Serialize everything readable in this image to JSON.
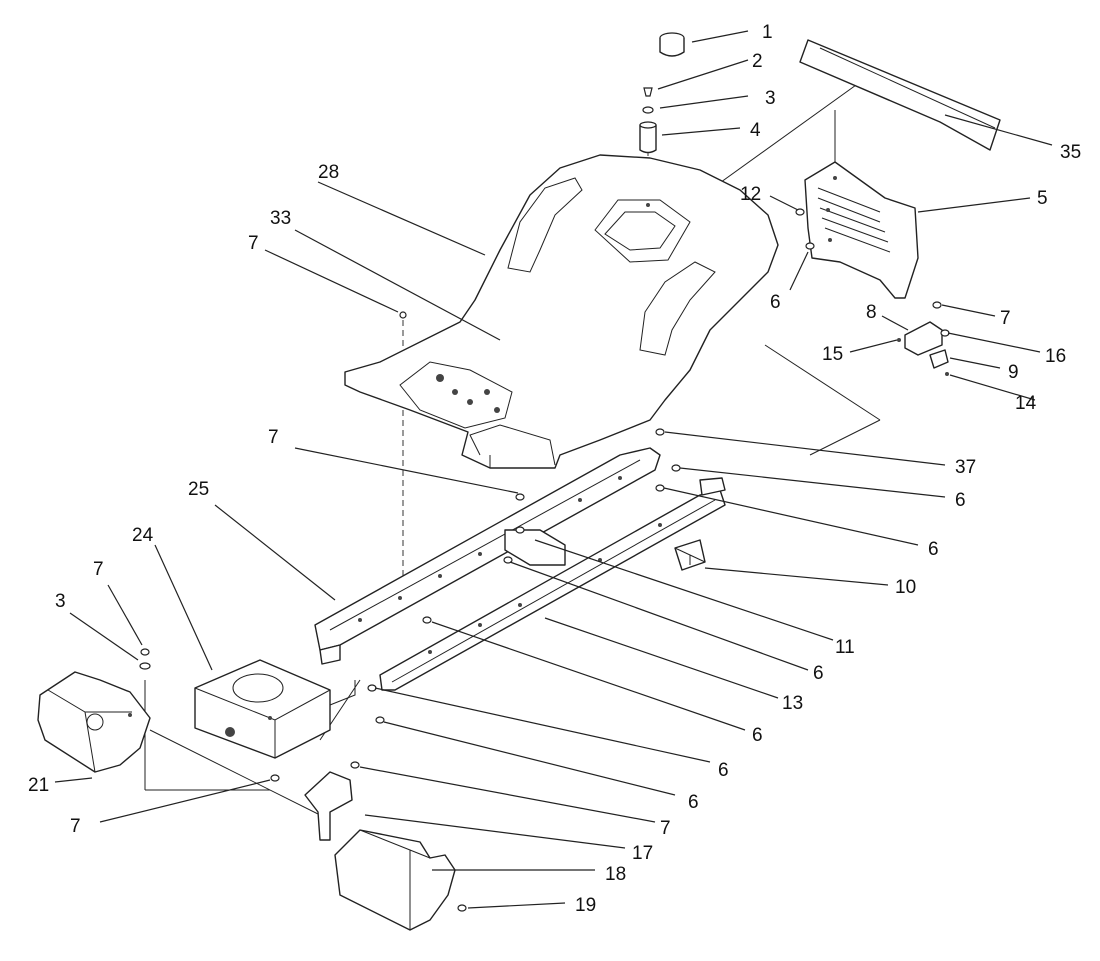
{
  "callouts": [
    {
      "id": "c1",
      "label": "1"
    },
    {
      "id": "c2",
      "label": "2"
    },
    {
      "id": "c3a",
      "label": "3"
    },
    {
      "id": "c4",
      "label": "4"
    },
    {
      "id": "c35",
      "label": "35"
    },
    {
      "id": "c5",
      "label": "5"
    },
    {
      "id": "c12",
      "label": "12"
    },
    {
      "id": "c28",
      "label": "28"
    },
    {
      "id": "c33",
      "label": "33"
    },
    {
      "id": "c7a",
      "label": "7"
    },
    {
      "id": "c6a",
      "label": "6"
    },
    {
      "id": "c7b",
      "label": "7"
    },
    {
      "id": "c8",
      "label": "8"
    },
    {
      "id": "c16",
      "label": "16"
    },
    {
      "id": "c15",
      "label": "15"
    },
    {
      "id": "c9",
      "label": "9"
    },
    {
      "id": "c14",
      "label": "14"
    },
    {
      "id": "c7c",
      "label": "7"
    },
    {
      "id": "c37",
      "label": "37"
    },
    {
      "id": "c6b",
      "label": "6"
    },
    {
      "id": "c25",
      "label": "25"
    },
    {
      "id": "c6c",
      "label": "6"
    },
    {
      "id": "c24",
      "label": "24"
    },
    {
      "id": "c10",
      "label": "10"
    },
    {
      "id": "c7d",
      "label": "7"
    },
    {
      "id": "c11",
      "label": "11"
    },
    {
      "id": "c3b",
      "label": "3"
    },
    {
      "id": "c6d",
      "label": "6"
    },
    {
      "id": "c13",
      "label": "13"
    },
    {
      "id": "c6e",
      "label": "6"
    },
    {
      "id": "c6f",
      "label": "6"
    },
    {
      "id": "c21",
      "label": "21"
    },
    {
      "id": "c6g",
      "label": "6"
    },
    {
      "id": "c7e",
      "label": "7"
    },
    {
      "id": "c7f",
      "label": "7"
    },
    {
      "id": "c17",
      "label": "17"
    },
    {
      "id": "c18",
      "label": "18"
    },
    {
      "id": "c19",
      "label": "19"
    }
  ]
}
